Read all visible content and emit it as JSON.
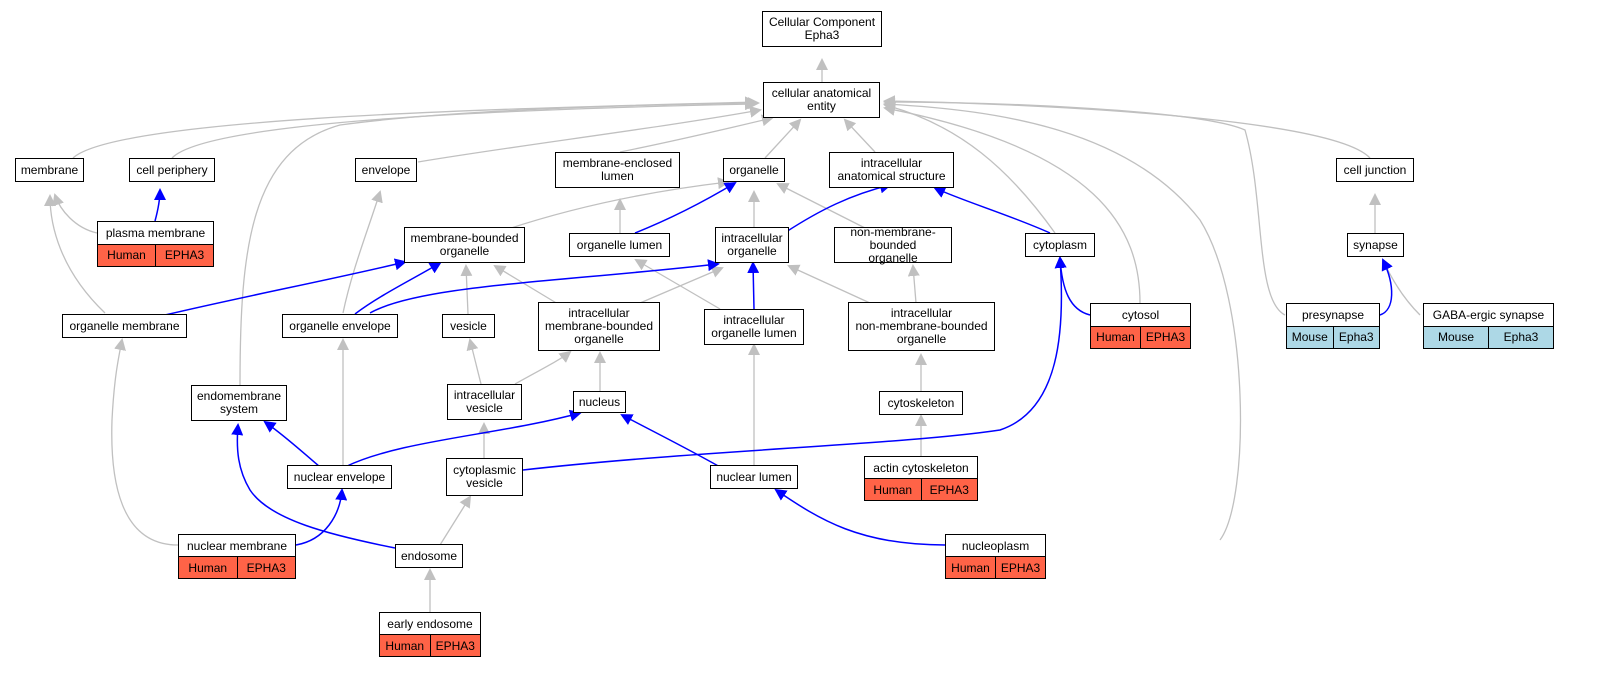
{
  "colors": {
    "edge_grey": "#c0c0c0",
    "edge_blue": "#0000ff",
    "human": "#ff6347",
    "mouse": "#add8e6"
  },
  "nodes": {
    "root": "Cellular Component\nEpha3",
    "cae": "cellular anatomical\nentity",
    "membrane": "membrane",
    "cell_periphery": "cell periphery",
    "envelope": "envelope",
    "me_lumen": "membrane-enclosed\nlumen",
    "organelle": "organelle",
    "ias": "intracellular\nanatomical structure",
    "cell_junction": "cell junction",
    "mbo": "membrane-bounded\norganelle",
    "org_lumen": "organelle lumen",
    "ic_org": "intracellular\norganelle",
    "nmbo": "non-membrane-bounded\norganelle",
    "cytoplasm": "cytoplasm",
    "synapse": "synapse",
    "org_membrane": "organelle membrane",
    "org_envelope": "organelle envelope",
    "vesicle": "vesicle",
    "ic_mbo": "intracellular\nmembrane-bounded\norganelle",
    "ic_org_lumen": "intracellular\norganelle lumen",
    "ic_nmbo": "intracellular\nnon-membrane-bounded\norganelle",
    "endomembrane": "endomembrane\nsystem",
    "ic_vesicle": "intracellular\nvesicle",
    "nucleus": "nucleus",
    "cytoskeleton": "cytoskeleton",
    "nuc_envelope": "nuclear envelope",
    "cyto_vesicle": "cytoplasmic\nvesicle",
    "nuc_lumen": "nuclear lumen",
    "endosome": "endosome"
  },
  "genes": {
    "plasma_membrane": {
      "name": "plasma membrane",
      "species": "Human",
      "gene": "EPHA3"
    },
    "cytosol": {
      "name": "cytosol",
      "species": "Human",
      "gene": "EPHA3"
    },
    "presynapse": {
      "name": "presynapse",
      "species": "Mouse",
      "gene": "Epha3"
    },
    "gaba_synapse": {
      "name": "GABA-ergic synapse",
      "species": "Mouse",
      "gene": "Epha3"
    },
    "actin_cytoskeleton": {
      "name": "actin cytoskeleton",
      "species": "Human",
      "gene": "EPHA3"
    },
    "nuclear_membrane": {
      "name": "nuclear membrane",
      "species": "Human",
      "gene": "EPHA3"
    },
    "nucleoplasm": {
      "name": "nucleoplasm",
      "species": "Human",
      "gene": "EPHA3"
    },
    "early_endosome": {
      "name": "early endosome",
      "species": "Human",
      "gene": "EPHA3"
    }
  }
}
